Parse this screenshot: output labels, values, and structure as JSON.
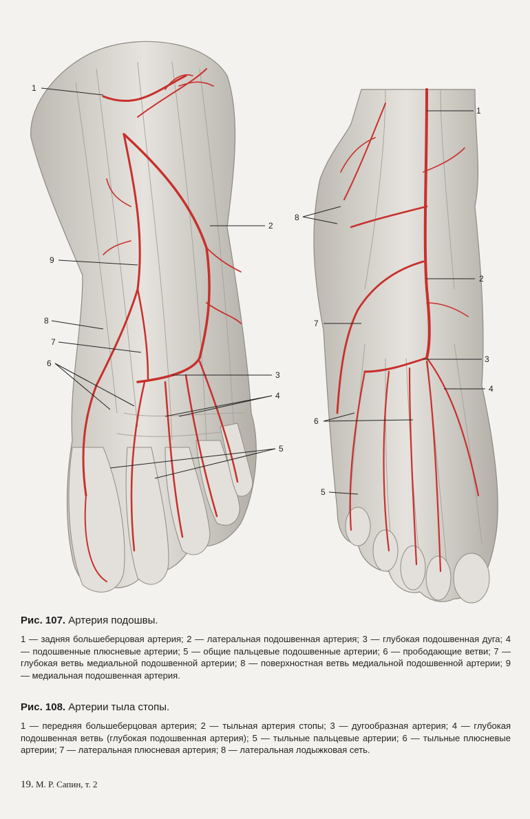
{
  "labels": [
    "1",
    "2",
    "3",
    "4",
    "5",
    "6",
    "7",
    "8",
    "9"
  ],
  "fig107": {
    "label": "Рис. 107.",
    "title": "Артерия подошвы.",
    "legend": "1 — задняя большеберцовая артерия; 2 — латеральная подошвенная артерия; 3 — глубокая подошвенная дуга; 4 — подошвенные плюсневые артерии; 5 — общие пальцевые подошвенные артерии; 6 — прободающие ветви; 7 — глубокая ветвь медиальной подошвенной артерии; 8 — поверхностная ветвь медиальной подошвенной артерии; 9 — медиальная подошвенная артерия."
  },
  "fig108": {
    "label": "Рис. 108.",
    "title": "Артерии тыла стопы.",
    "legend": "1 — передняя большеберцовая артерия; 2 — тыльная артерия стопы; 3 — дугообразная артерия; 4 — глубокая подошвенная ветвь (глубокая подошвенная артерия); 5 — тыльные пальцевые артерии; 6 — тыльные плюсневые артерии; 7 — латеральная плюсневая артерия; 8 — латеральная лодыжковая сеть."
  },
  "footer": {
    "page": "19.",
    "text": "М. Р. Сапин, т. 2"
  },
  "colors": {
    "artery": "#c8302c",
    "tissue": "#d9d6d0",
    "paper": "#f4f2ee"
  }
}
